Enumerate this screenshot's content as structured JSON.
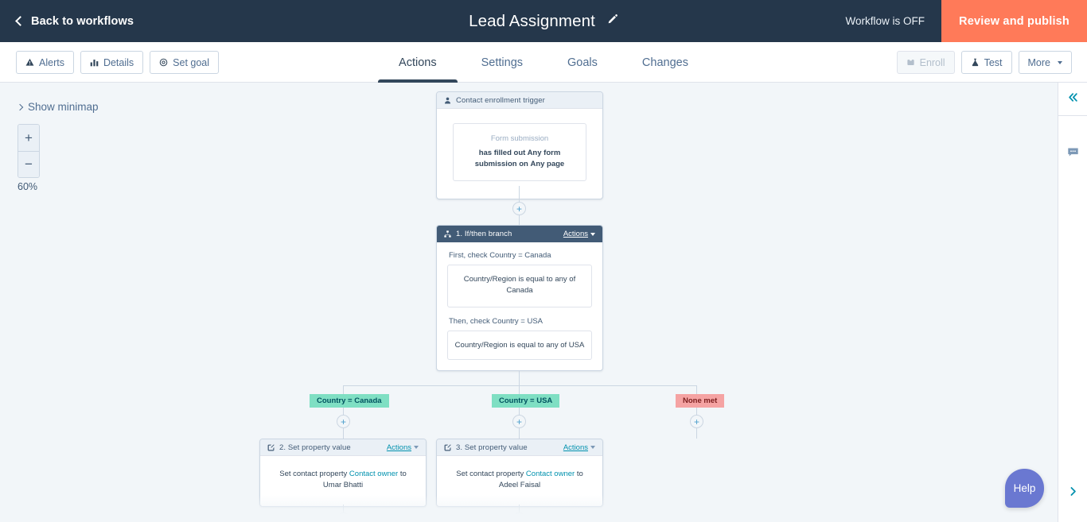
{
  "topnav": {
    "back_label": "Back to workflows",
    "back_icon": "chevron-left-icon",
    "title": "Lead Assignment",
    "edit_icon": "pencil-icon",
    "status_text": "Workflow is OFF",
    "publish_label": "Review and publish",
    "publish_color": "#ff7a59",
    "background_color": "#25374b"
  },
  "toolbar": {
    "left_buttons": [
      {
        "label": "Alerts",
        "icon": "alert-triangle-icon"
      },
      {
        "label": "Details",
        "icon": "bar-chart-icon"
      },
      {
        "label": "Set goal",
        "icon": "target-icon"
      }
    ],
    "right_buttons": [
      {
        "label": "Enroll",
        "icon": "enroll-icon",
        "disabled": true
      },
      {
        "label": "Test",
        "icon": "flask-icon",
        "disabled": false
      },
      {
        "label": "More",
        "icon": "caret-down-icon",
        "disabled": false
      }
    ],
    "tabs": [
      {
        "label": "Actions",
        "active": true
      },
      {
        "label": "Settings",
        "active": false
      },
      {
        "label": "Goals",
        "active": false
      },
      {
        "label": "Changes",
        "active": false
      }
    ]
  },
  "canvas_controls": {
    "minimap_label": "Show minimap",
    "minimap_icon": "chevron-right-icon",
    "zoom_in_label": "+",
    "zoom_out_label": "−",
    "zoom_level": "60%",
    "background_color": "#f2f6f9"
  },
  "right_rail": {
    "collapse_icon": "double-chevron-left-icon",
    "comment_icon": "comment-bubble-icon",
    "expand_icon": "chevron-right-icon"
  },
  "help": {
    "label": "Help",
    "color": "#6a78d1"
  },
  "flow": {
    "trigger": {
      "header_title": "Contact enrollment trigger",
      "header_icon": "person-icon",
      "criteria_type": "Form submission",
      "criteria_line1": "has filled out Any form submission on",
      "criteria_line2": "Any page"
    },
    "branch": {
      "header_title": "1. If/then branch",
      "header_icon": "branch-hierarchy-icon",
      "actions_label": "Actions",
      "groups": [
        {
          "label": "First, check Country = Canada",
          "condition_line1": "Country/Region is equal to any of",
          "condition_line2": "Canada"
        },
        {
          "label": "Then, check Country = USA",
          "condition_line1": "Country/Region is equal to any of USA",
          "condition_line2": ""
        }
      ]
    },
    "branch_labels": [
      {
        "text": "Country = Canada",
        "type": "ok"
      },
      {
        "text": "Country = USA",
        "type": "ok"
      },
      {
        "text": "None met",
        "type": "none"
      }
    ],
    "actions": [
      {
        "header_title": "2. Set property value",
        "header_icon": "edit-square-icon",
        "actions_label": "Actions",
        "body_prefix": "Set contact property ",
        "body_property": "Contact owner",
        "body_suffix": " to Umar Bhatti"
      },
      {
        "header_title": "3. Set property value",
        "header_icon": "edit-square-icon",
        "actions_label": "Actions",
        "body_prefix": "Set contact property ",
        "body_property": "Contact owner",
        "body_suffix": " to Adeel Faisal"
      }
    ],
    "none_met_placeholder_icon": "broken-image-icon",
    "plus_icon": "plus-icon"
  }
}
